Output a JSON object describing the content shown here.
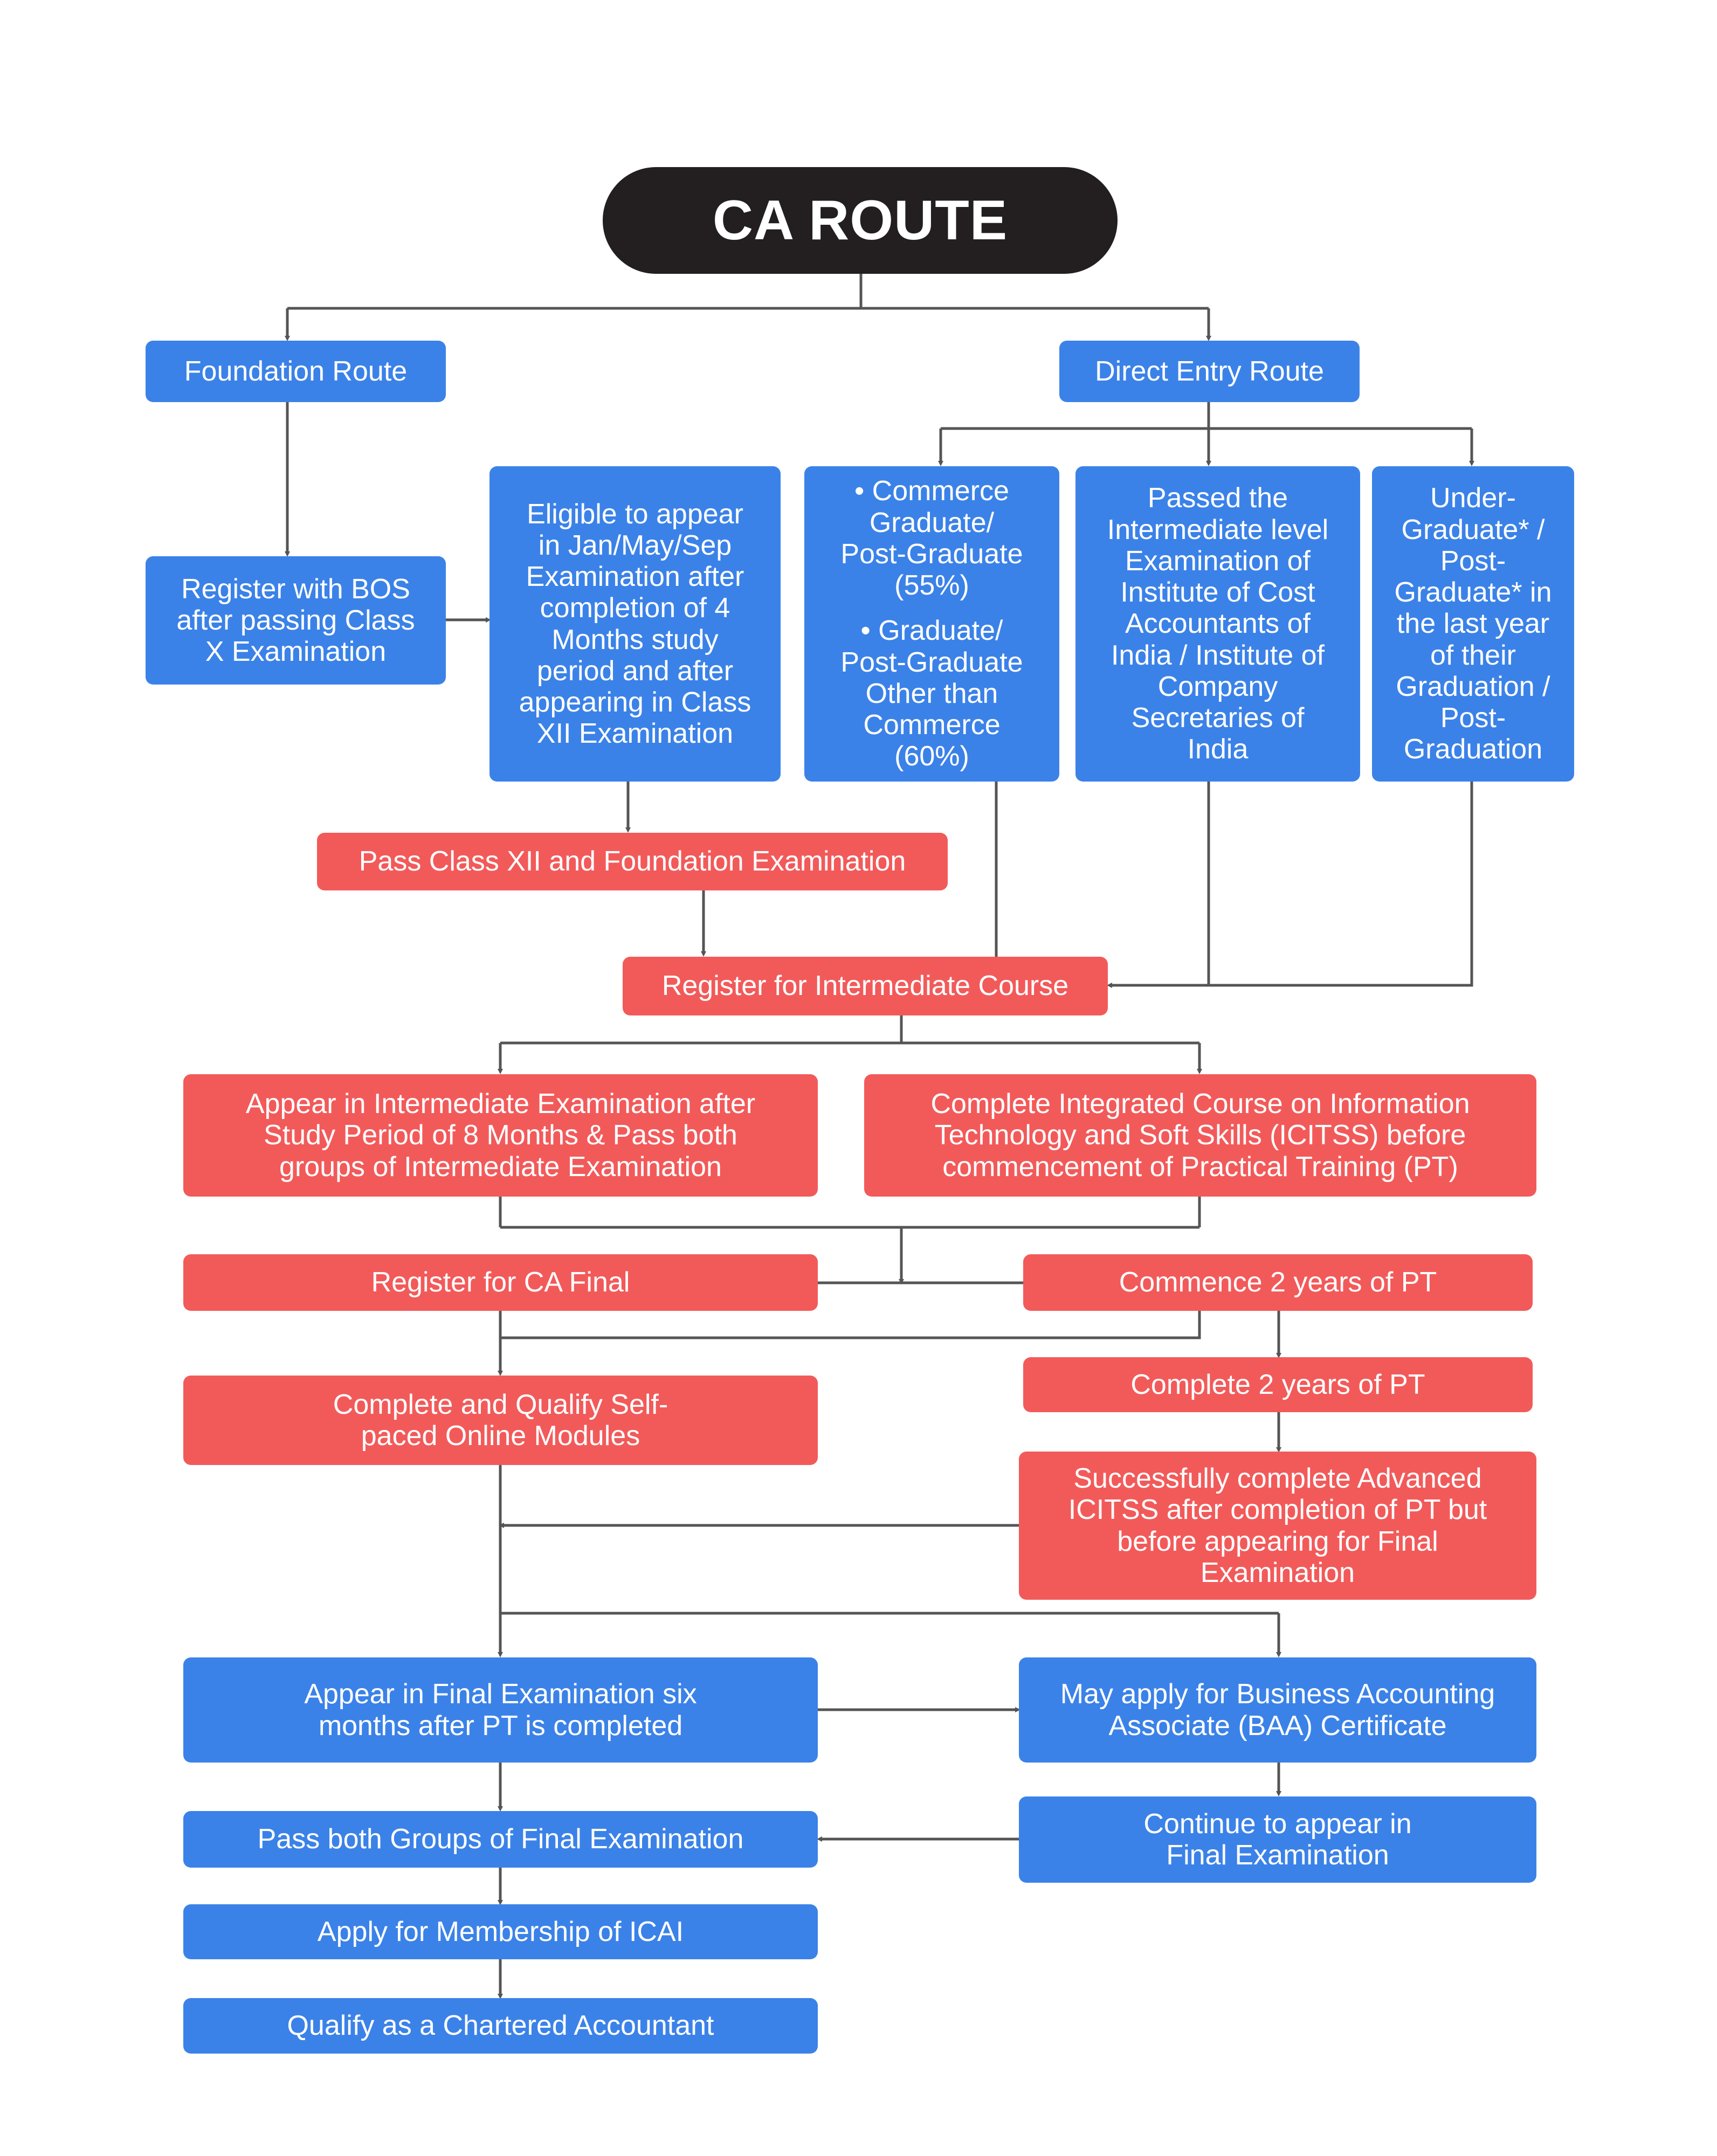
{
  "title": "CA ROUTE",
  "routes": {
    "foundation": "Foundation Route",
    "direct_entry": "Direct Entry Route"
  },
  "foundation": {
    "register_bos": "Register with BOS\nafter passing Class\nX Examination",
    "eligible": "Eligible to appear\nin Jan/May/Sep\nExamination after\ncompletion of 4\nMonths study\nperiod and after\nappearing in Class\nXII Examination",
    "pass_xii_foundation": "Pass Class XII and Foundation Examination"
  },
  "direct_entry": {
    "commerce_graduate": "• Commerce\nGraduate/\nPost-Graduate\n(55%)",
    "other_graduate": "• Graduate/\nPost-Graduate\nOther than\nCommerce\n(60%)",
    "intermediate_passed": "Passed the\nIntermediate level\nExamination of\nInstitute of Cost\nAccountants of\nIndia / Institute of\nCompany\nSecretaries of\nIndia",
    "undergraduate": "Under-\nGraduate* /\nPost-\nGraduate* in\nthe last year\nof their\nGraduation /\nPost-\nGraduation"
  },
  "intermediate": {
    "register": "Register for Intermediate Course",
    "appear": "Appear in Intermediate Examination after\nStudy Period of 8 Months & Pass both\ngroups of Intermediate Examination",
    "icitss": "Complete Integrated Course on Information\nTechnology and Soft Skills (ICITSS) before\ncommencement of Practical Training (PT)"
  },
  "final_stage": {
    "register_final": "Register for CA Final",
    "commence_pt": "Commence 2 years of PT",
    "complete_pt": "Complete 2 years of PT",
    "self_paced": "Complete and Qualify Self-\npaced Online Modules",
    "advanced_icitss": "Successfully complete Advanced\nICITSS after completion of PT but\nbefore appearing for Final\nExamination",
    "appear_final": "Appear in Final Examination six\nmonths after PT is completed",
    "baa": "May apply for Business Accounting\nAssociate (BAA) Certificate",
    "continue_final": "Continue to appear in\nFinal Examination",
    "pass_final": "Pass both Groups of Final Examination",
    "membership": "Apply for Membership of ICAI",
    "qualify": "Qualify as a Chartered Accountant"
  },
  "colors": {
    "blue": "#3b82e8",
    "red": "#f25a5a",
    "black": "#231f20",
    "connector": "#555555"
  }
}
